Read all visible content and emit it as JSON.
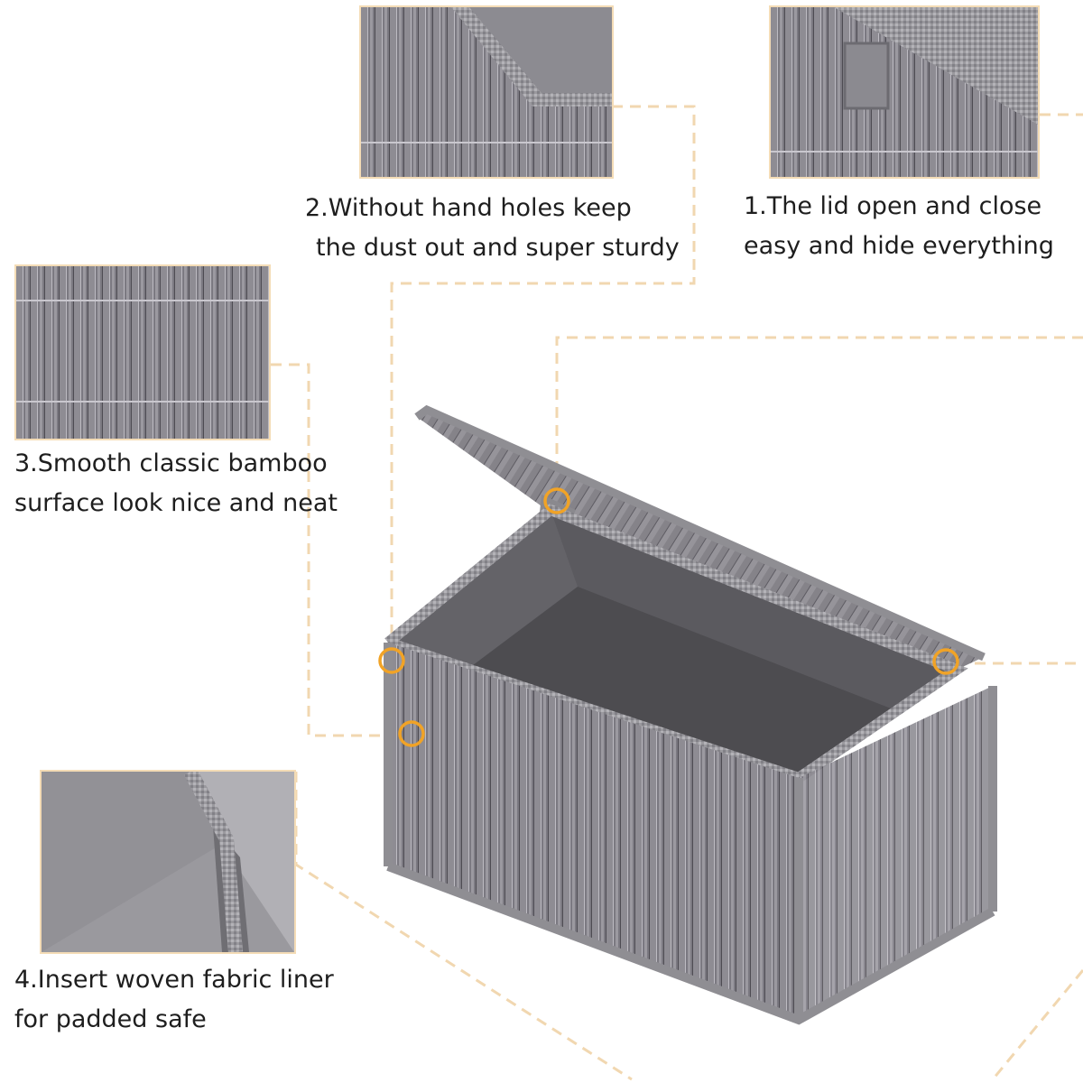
{
  "colors": {
    "background": "#ffffff",
    "frame": "#f4dcb6",
    "leader_line": "#f1d7b0",
    "marker": "#f1a326",
    "text": "#1e1e1e",
    "bamboo_dark": "#6f6d75",
    "bamboo_light": "#a3a1a8",
    "liner": "#5e5d61",
    "trim": "#8f8e93"
  },
  "features": [
    {
      "line1": "1.The lid open and close",
      "line2": "easy and hide everything"
    },
    {
      "line1": "2.Without hand holes keep",
      "line2": "the dust out and super sturdy"
    },
    {
      "line1": "3.Smooth classic bamboo",
      "line2": "surface look nice and neat"
    },
    {
      "line1": "4.Insert woven fabric liner",
      "line2": "for padded safe"
    }
  ]
}
